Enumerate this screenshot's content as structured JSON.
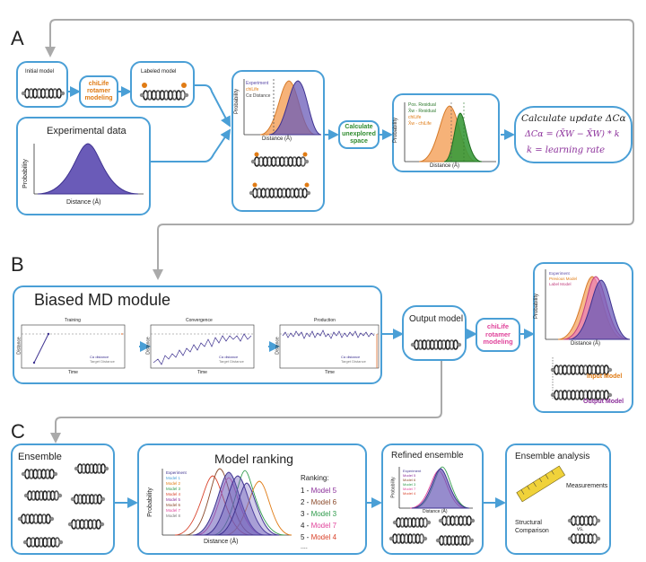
{
  "colors": {
    "accent": "#4a9fd6",
    "purple": "#5b4aa8",
    "orange": "#f4a460",
    "green": "#3b9a3b",
    "pink": "#e0449b",
    "gray": "#999999"
  },
  "sections": {
    "a": "A",
    "b": "B",
    "c": "C"
  },
  "a": {
    "initial_model": "Initial model",
    "labeled_model": "Labeled model",
    "chilife_modeling": "chiLife\nrotamer\nmodeling",
    "experimental_data": "Experimental data",
    "exp_ylabel": "Probability",
    "exp_xlabel": "Distance (Å)",
    "comp_legend": [
      "Experiment",
      "chiLife",
      "Cα Distance"
    ],
    "comp_ylabel": "Probability",
    "comp_xlabel": "Distance (Å)",
    "calc_unexplored": "Calculate\nunexplored\nspace",
    "resid_legend": [
      "Pos. Residual",
      "X̄w - Residual",
      "chiLife",
      "X̄w - chiLife"
    ],
    "resid_ylabel": "Probability",
    "resid_xlabel": "Distance (Å)",
    "update_line1": "Calculate update ΔCα",
    "update_line2": "ΔCα = (X̄W − X̄W) * k",
    "update_line3": "k = learning rate"
  },
  "b": {
    "biased_md": "Biased MD module",
    "panels": [
      {
        "title": "Training",
        "ylabel": "Distance",
        "xlabel": "Time",
        "legend": [
          "Cα distance",
          "Target Distance"
        ]
      },
      {
        "title": "Convergence",
        "ylabel": "Distance",
        "xlabel": "Time",
        "legend": [
          "Cα distance",
          "Target Distance"
        ]
      },
      {
        "title": "Production",
        "ylabel": "Distance",
        "xlabel": "Time",
        "legend": [
          "Cα distance",
          "Target Distance"
        ]
      }
    ],
    "output_model": "Output model",
    "chilife_modeling": "chiLife\nrotamer\nmodeling",
    "out_legend": [
      "Experiment",
      "Previous Model",
      "Label Model"
    ],
    "out_ylabel": "Probability",
    "out_xlabel": "Distance (Å)",
    "input_model": "Input Model",
    "output_model_label": "Output Model"
  },
  "c": {
    "ensemble": "Ensemble",
    "model_ranking": "Model ranking",
    "rank_legend": [
      "Experiment",
      "Model 1",
      "Model 2",
      "Model 3",
      "Model 4",
      "Model 5",
      "Model 6",
      "Model 7",
      "Model 8"
    ],
    "rank_ylabel": "Probability",
    "rank_xlabel": "Distance (Å)",
    "ranking_title": "Ranking:",
    "ranking": [
      {
        "num": "1 - ",
        "model": "Model 5",
        "color": "#8b2f9a"
      },
      {
        "num": "2 - ",
        "model": "Model 6",
        "color": "#8b4a2b"
      },
      {
        "num": "3 - ",
        "model": "Model 3",
        "color": "#2e9a4a"
      },
      {
        "num": "4 - ",
        "model": "Model 7",
        "color": "#e0449b"
      },
      {
        "num": "5 - ",
        "model": "Model 4",
        "color": "#d9432b"
      }
    ],
    "ranking_more": "....",
    "refined_ensemble": "Refined ensemble",
    "ref_legend": [
      "Experiment",
      "Model 5",
      "Model 6",
      "Model 3",
      "Model 7",
      "Model 4"
    ],
    "ref_ylabel": "Probability",
    "ref_xlabel": "Distance (Å)",
    "ensemble_analysis": "Ensemble analysis",
    "measurements": "Measurements",
    "structural_comparison": "Structural\nComparison",
    "vs": "vs."
  }
}
